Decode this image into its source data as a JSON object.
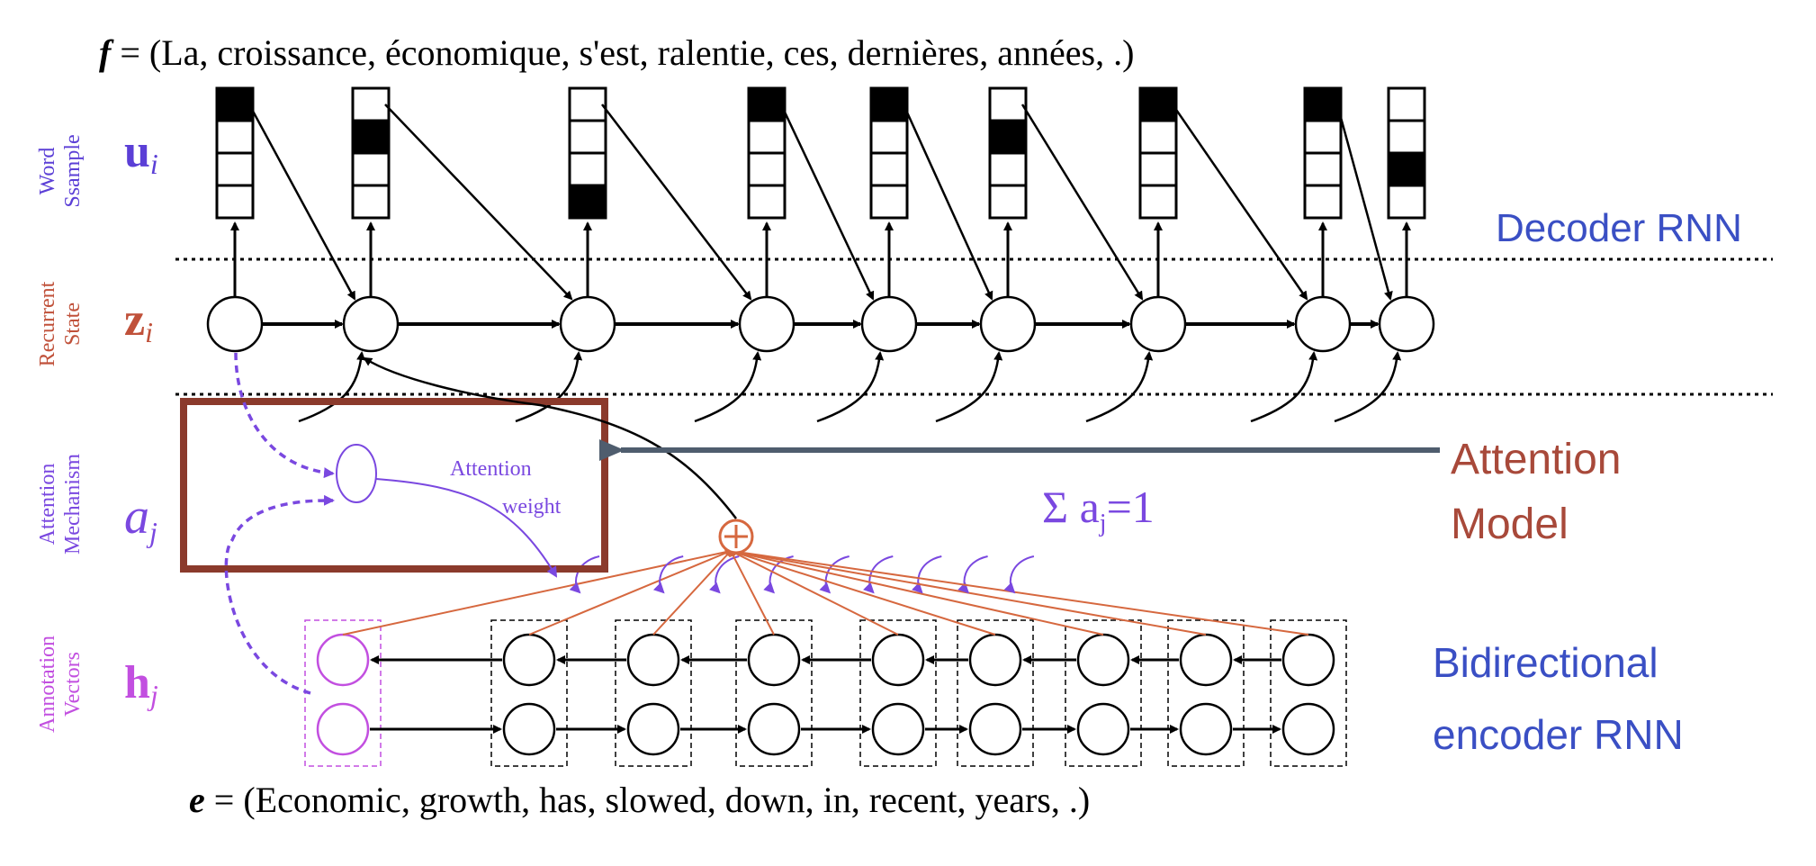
{
  "french_sentence": "f = (La, croissance, économique, s'est, ralentie, ces, dernières, années, .)",
  "french_sentence_var": "f",
  "french_sentence_rest": " = (La, croissance, économique, s'est, ralentie, ces, dernières, années, .)",
  "english_sentence_var": "e",
  "english_sentence_rest": " = (Economic, growth, has, slowed, down, in, recent, years, .)",
  "rows": {
    "word_sample": {
      "label_line1": "Word",
      "label_line2": "Ssample",
      "symbol": "u",
      "subscript": "i",
      "color": "#5b3fd6"
    },
    "recurrent_state": {
      "label_line1": "Recurrent",
      "label_line2": "State",
      "symbol": "z",
      "subscript": "i",
      "color": "#c0513a"
    },
    "attention": {
      "label_line1": "Attention",
      "label_line2": "Mechanism",
      "symbol": "a",
      "subscript": "j",
      "color": "#7a48e0"
    },
    "annotation": {
      "label_line1": "Annotation",
      "label_line2": "Vectors",
      "symbol": "h",
      "subscript": "j",
      "color": "#c24fe0"
    }
  },
  "attention_weight_label_line1": "Attention",
  "attention_weight_label_line2": "weight",
  "sum_constraint": "Σ a",
  "sum_constraint_sub": "j",
  "sum_constraint_rest": "=1",
  "right_labels": {
    "decoder": "Decoder RNN",
    "attention_line1": "Attention",
    "attention_line2": "Model",
    "encoder_line1": "Bidirectional",
    "encoder_line2": "encoder RNN"
  },
  "colors": {
    "decoder_label": "#3a4fc4",
    "attention_model_label": "#a8493a",
    "attention_box": "#8b3a2c",
    "arrow_gray": "#4f5d6e",
    "attention_purple": "#7a48e0",
    "annotation_magenta": "#c24fe0",
    "red_lines": "#d6683f"
  },
  "decoder_one_hot_positions": [
    0,
    1,
    3,
    0,
    0,
    1,
    0,
    0,
    2
  ]
}
